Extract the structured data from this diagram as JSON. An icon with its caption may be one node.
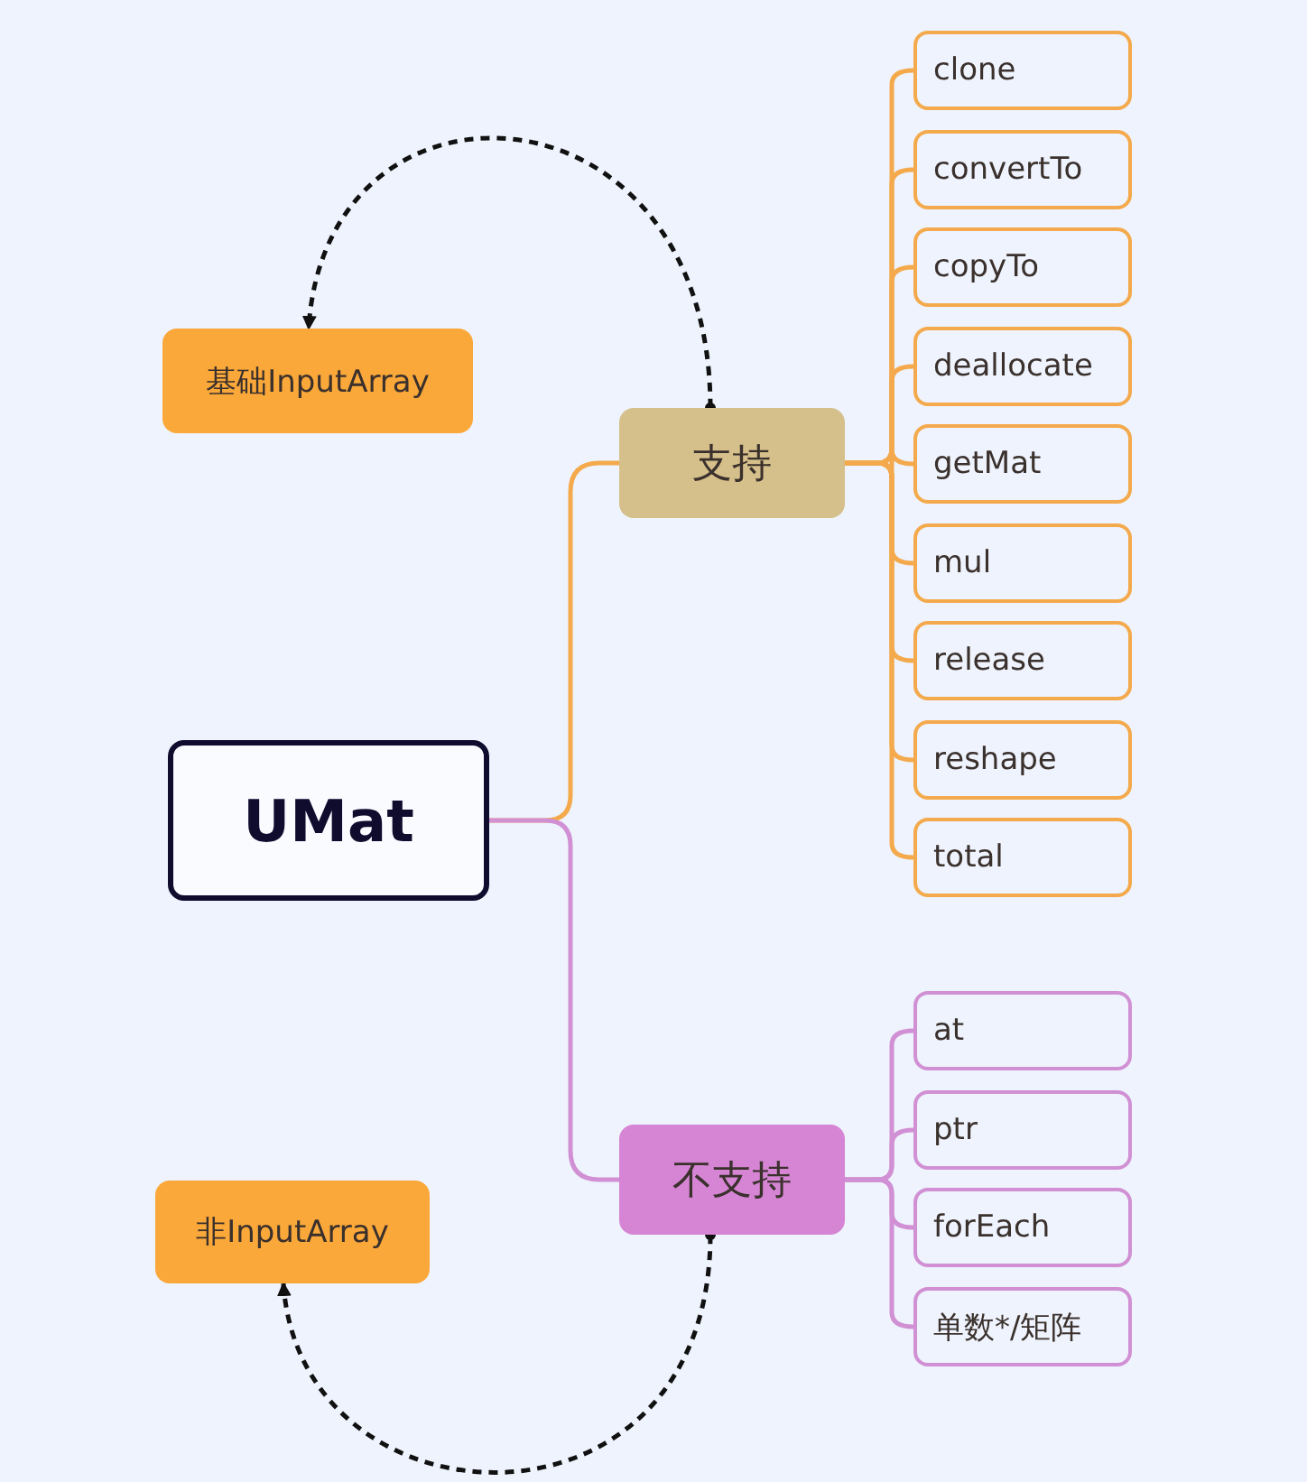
{
  "diagram": {
    "nodes": [
      {
        "text": [
          "UMat"
        ]
      },
      {
        "text": [
          "基础InputArray"
        ]
      },
      {
        "text": [
          "支持"
        ]
      },
      {
        "text": [
          "非InputArray"
        ]
      },
      {
        "text": [
          "不支持"
        ]
      },
      {
        "text": [
          "clone"
        ]
      },
      {
        "text": [
          "convertTo"
        ]
      },
      {
        "text": [
          "copyTo"
        ]
      },
      {
        "text": [
          "deallocate"
        ]
      },
      {
        "text": [
          "getMat"
        ]
      },
      {
        "text": [
          "mul"
        ]
      },
      {
        "text": [
          "release"
        ]
      },
      {
        "text": [
          "reshape"
        ]
      },
      {
        "text": [
          "total"
        ]
      },
      {
        "text": [
          "at"
        ]
      },
      {
        "text": [
          "ptr"
        ]
      },
      {
        "text": [
          "forEach"
        ]
      },
      {
        "text": [
          "单数*/矩阵"
        ]
      }
    ],
    "edges": [
      {
        "from": 0,
        "to": 2,
        "arrow": "none"
      },
      {
        "from": 0,
        "to": 4,
        "arrow": "none",
        "color": "#d190d4"
      },
      {
        "from": 2,
        "to": 1,
        "arrow": "to",
        "style": "dashed",
        "color": "#111111"
      },
      {
        "from": 4,
        "to": 3,
        "arrow": "to",
        "style": "dashed",
        "color": "#111111"
      },
      {
        "from": 2,
        "to": 5,
        "arrow": "none"
      },
      {
        "from": 2,
        "to": 6,
        "arrow": "none"
      },
      {
        "from": 2,
        "to": 7,
        "arrow": "none"
      },
      {
        "from": 2,
        "to": 8,
        "arrow": "none"
      },
      {
        "from": 2,
        "to": 9,
        "arrow": "none"
      },
      {
        "from": 2,
        "to": 10,
        "arrow": "none"
      },
      {
        "from": 2,
        "to": 11,
        "arrow": "none"
      },
      {
        "from": 2,
        "to": 12,
        "arrow": "none"
      },
      {
        "from": 2,
        "to": 13,
        "arrow": "none"
      },
      {
        "from": 4,
        "to": 14,
        "arrow": "none",
        "color": "#d190d4"
      },
      {
        "from": 4,
        "to": 15,
        "arrow": "none",
        "color": "#d190d4"
      },
      {
        "from": 4,
        "to": 16,
        "arrow": "none",
        "color": "#d190d4"
      },
      {
        "from": 4,
        "to": 17,
        "arrow": "none",
        "color": "#d190d4"
      }
    ]
  }
}
